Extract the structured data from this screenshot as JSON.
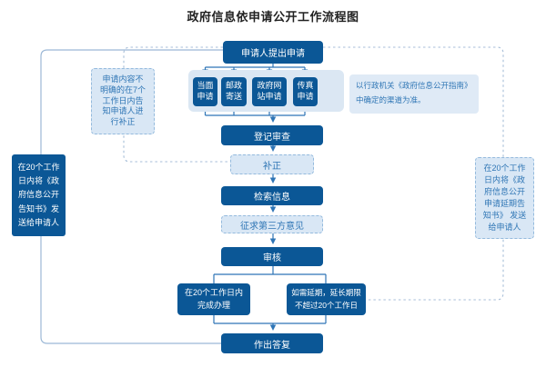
{
  "title": "政府信息依申请公开工作流程图",
  "nodes": {
    "start": "申请人提出申请",
    "channels": [
      "当面\n申请",
      "邮政\n寄送",
      "政府网\n站申请",
      "传真\n申请"
    ],
    "register": "登记审查",
    "correction": "补正",
    "retrieve": "检索信息",
    "third_party": "征求第三方意见",
    "review": "审核",
    "complete": "在20个工作日内\n完成办理",
    "extend": "如需延期，延长期限\n不超过20个工作日",
    "reply": "作出答复",
    "notice_left": "在20个工作\n日内将《政\n府信息公开\n告知书》发\n送给申请人",
    "notice_right": "在20个工作\n日内将《政\n府信息公开\n申请延期告\n知书》 发送\n给申请人"
  },
  "annotations": {
    "correction_note": "申请内容不\n明确的在7个\n工作日内告\n知申请人进\n行补正",
    "channel_note": "以行政机关《政府信息公开指南》\n中确定的渠道为准。"
  },
  "colors": {
    "primary_box": "#0b5796",
    "panel_fill": "#dbe7f3",
    "dashed_fill": "#d9e7f5",
    "dashed_border": "#94badd",
    "note_text": "#2f76b5",
    "connector": "#2e75b6",
    "outer_loop": "#9cb8d6",
    "dashed_loop": "#a7bed8"
  }
}
